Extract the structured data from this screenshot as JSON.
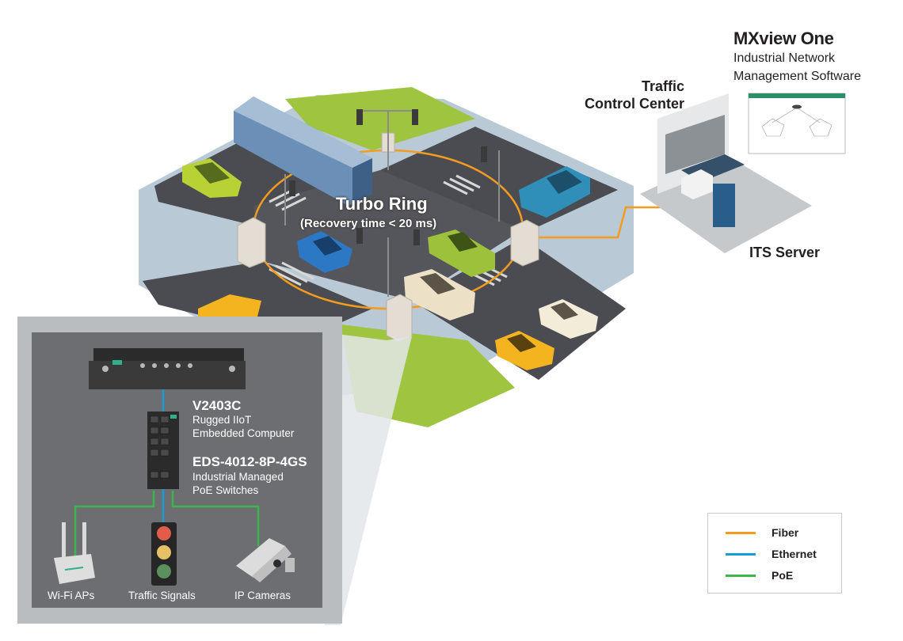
{
  "software": {
    "name": "MXview One",
    "desc_line1": "Industrial Network",
    "desc_line2": "Management Software"
  },
  "control_center": {
    "line1": "Traffic",
    "line2": "Control Center"
  },
  "server": {
    "label": "ITS Server"
  },
  "ring": {
    "title": "Turbo Ring",
    "subtitle": "(Recovery time < 20 ms)"
  },
  "computer": {
    "model": "V2403C",
    "desc_line1": "Rugged IIoT",
    "desc_line2": "Embedded Computer"
  },
  "switch": {
    "model": "EDS-4012-8P-4GS",
    "desc_line1": "Industrial Managed",
    "desc_line2": "PoE Switches"
  },
  "endpoints": {
    "wifi": "Wi-Fi APs",
    "signals": "Traffic Signals",
    "cameras": "IP Cameras"
  },
  "legend": {
    "items": [
      {
        "label": "Fiber",
        "color": "#f39c1f"
      },
      {
        "label": "Ethernet",
        "color": "#1a9ad6"
      },
      {
        "label": "PoE",
        "color": "#3db54a"
      }
    ]
  },
  "colors": {
    "fiber": "#f39c1f",
    "ethernet": "#1a9ad6",
    "poe": "#3db54a",
    "road": "#4b4b52",
    "grass": "#9fc540",
    "sidewalk": "#b9c9d6",
    "panel": "#6d6e71"
  }
}
